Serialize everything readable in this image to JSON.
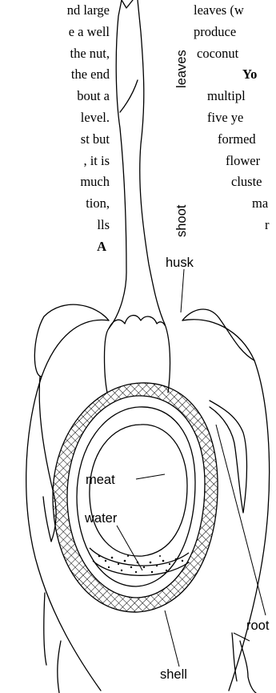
{
  "text_left": [
    "nd large",
    "e a well",
    "the nut,",
    "the end",
    "bout a",
    "level.",
    "st but",
    ", it is",
    "much",
    "tion,",
    "lls",
    "A"
  ],
  "text_right": [
    "leaves (w",
    "produce",
    "coconut",
    "Yo",
    "multipl",
    "five ye",
    "formed",
    "flower",
    "cluste",
    "ma",
    "r"
  ],
  "labels": {
    "leaves": "leaves",
    "shoot": "shoot",
    "husk": "husk",
    "meat": "meat",
    "water": "water",
    "shell": "shell",
    "root": "root"
  }
}
